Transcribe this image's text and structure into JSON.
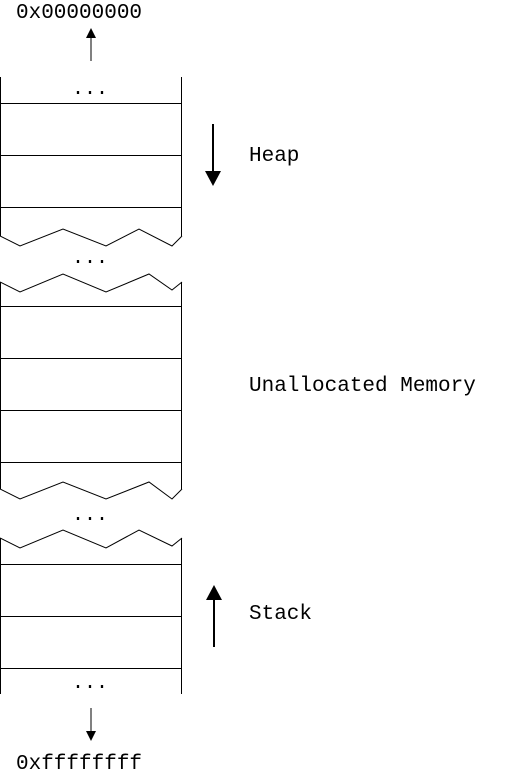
{
  "addresses": {
    "top": "0x00000000",
    "bottom": "0xffffffff"
  },
  "regions": {
    "heap": {
      "label": "Heap",
      "growth_direction": "down"
    },
    "unallocated": {
      "label": "Unallocated Memory"
    },
    "stack": {
      "label": "Stack",
      "growth_direction": "up"
    }
  },
  "ellipses": {
    "top": "...",
    "after_heap": "...",
    "after_unallocated": "...",
    "bottom": "..."
  },
  "colors": {
    "stroke": "#000000",
    "background": "#ffffff"
  }
}
